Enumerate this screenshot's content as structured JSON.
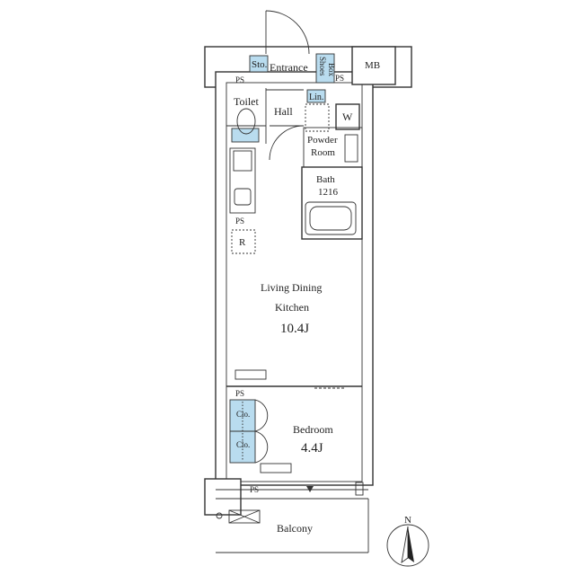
{
  "rooms": {
    "entrance": "Entrance",
    "toilet": "Toilet",
    "hall": "Hall",
    "powder_room_line1": "Powder",
    "powder_room_line2": "Room",
    "bath_line1": "Bath",
    "bath_line2": "1216",
    "ldk_line1": "Living Dining",
    "ldk_line2": "Kitchen",
    "ldk_size": "10.4J",
    "bedroom": "Bedroom",
    "bedroom_size": "4.4J",
    "balcony": "Balcony"
  },
  "fixtures": {
    "storage": "Sto.",
    "shoes_box_line1": "Shoes",
    "shoes_box_line2": "Box",
    "linen": "Lin.",
    "washer": "W",
    "meter_box": "MB",
    "refrigerator": "R",
    "closet": "Clo.",
    "pipe_space": "PS"
  },
  "compass": {
    "north": "N"
  },
  "colors": {
    "accent_blue": "#b9dcef",
    "line": "#333333"
  }
}
